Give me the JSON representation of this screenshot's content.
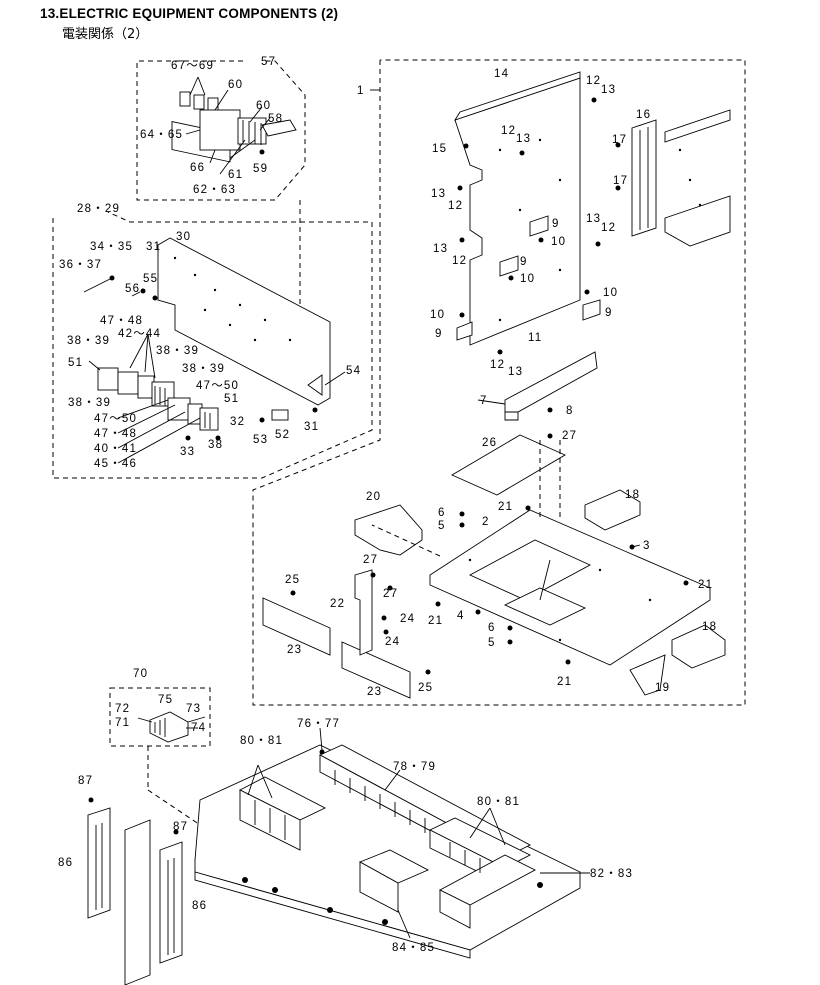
{
  "header": {
    "title": "13.ELECTRIC EQUIPMENT COMPONENTS (2)",
    "subtitle": "電装関係（2）"
  },
  "callouts": {
    "c1": "1",
    "c2": "2",
    "c3": "3",
    "c4": "4",
    "c5a": "5",
    "c5b": "5",
    "c6a": "6",
    "c6b": "6",
    "c7": "7",
    "c8": "8",
    "c9a": "9",
    "c9b": "9",
    "c9c": "9",
    "c9d": "9",
    "c10a": "10",
    "c10b": "10",
    "c10c": "10",
    "c10d": "10",
    "c11": "11",
    "c12a": "12",
    "c12b": "12",
    "c12c": "12",
    "c12d": "12",
    "c12e": "12",
    "c12f": "12",
    "c13a": "13",
    "c13b": "13",
    "c13c": "13",
    "c13d": "13",
    "c13e": "13",
    "c13f": "13",
    "c14": "14",
    "c15": "15",
    "c16": "16",
    "c17a": "17",
    "c17b": "17",
    "c18a": "18",
    "c18b": "18",
    "c19": "19",
    "c20": "20",
    "c21a": "21",
    "c21b": "21",
    "c21c": "21",
    "c21d": "21",
    "c22": "22",
    "c23a": "23",
    "c23b": "23",
    "c24a": "24",
    "c24b": "24",
    "c25a": "25",
    "c25b": "25",
    "c26": "26",
    "c27a": "27",
    "c27b": "27",
    "c27c": "27",
    "c28_29": "28・29",
    "c30": "30",
    "c31a": "31",
    "c31b": "31",
    "c32": "32",
    "c33": "33",
    "c34_35": "34・35",
    "c36_37": "36・37",
    "c38": "38",
    "c38_39a": "38・39",
    "c38_39b": "38・39",
    "c38_39c": "38・39",
    "c38_39d": "38・39",
    "c40_41": "40・41",
    "c42_44": "42～44",
    "c45_46": "45・46",
    "c47_48a": "47・48",
    "c47_48b": "47・48",
    "c47_50a": "47～50",
    "c47_50b": "47～50",
    "c51a": "51",
    "c51b": "51",
    "c52": "52",
    "c53": "53",
    "c54": "54",
    "c55": "55",
    "c56": "56",
    "c57": "57",
    "c58": "58",
    "c59": "59",
    "c60a": "60",
    "c60b": "60",
    "c61": "61",
    "c62_63": "62・63",
    "c64_65": "64・65",
    "c66": "66",
    "c67_69": "67～69",
    "c70": "70",
    "c71": "71",
    "c72": "72",
    "c73": "73",
    "c74": "74",
    "c75": "75",
    "c76_77": "76・77",
    "c78_79": "78・79",
    "c80_81a": "80・81",
    "c80_81b": "80・81",
    "c82_83": "82・83",
    "c84_85": "84・85",
    "c86a": "86",
    "c86b": "86",
    "c87a": "87",
    "c87b": "87"
  }
}
